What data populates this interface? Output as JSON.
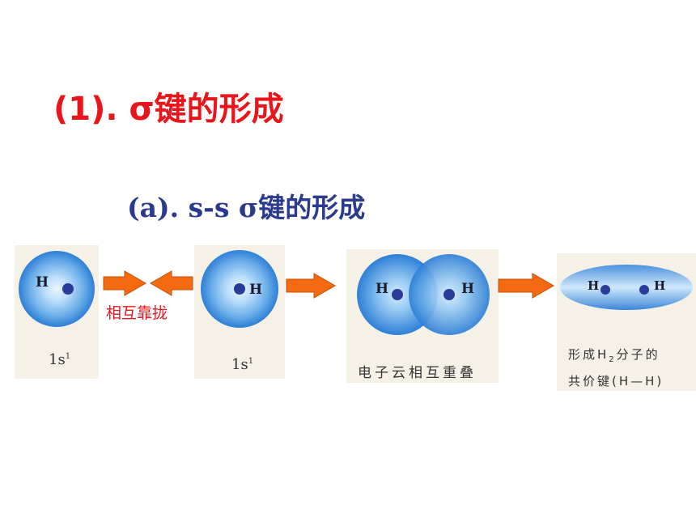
{
  "slide": {
    "title": "(1). σ键的形成",
    "subtitle": "(a). s-s  σ键的形成"
  },
  "diagram": {
    "atom_label": "H",
    "orbital_1_caption": "1s",
    "orbital_1_caption_sup": "1",
    "orbital_2_caption": "1s",
    "orbital_2_caption_sup": "1",
    "approach_label": "相互靠拢",
    "overlap_caption": "电子云相互重叠",
    "molecule_caption_line1_a": "形成H",
    "molecule_caption_line1_sub": "2",
    "molecule_caption_line1_b": "分子的",
    "molecule_caption_line2": "共价键(H—H)"
  },
  "colors": {
    "title": "#e8151b",
    "subtitle": "#2b3a8f",
    "arrow": "#f36a10",
    "cloud": "#3f8fe0",
    "nucleus": "#2a3c9a"
  }
}
